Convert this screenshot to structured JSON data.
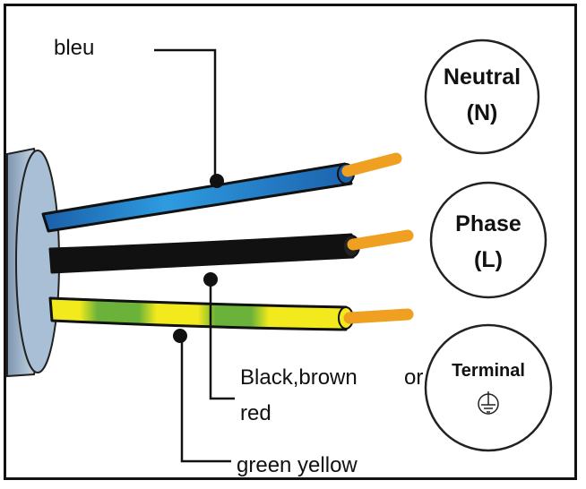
{
  "wire_labels": {
    "blue": "bleu",
    "phase_line1": "Black,brown",
    "phase_or": "or",
    "phase_line2": "red",
    "earth": "green yellow"
  },
  "terminals": {
    "neutral": {
      "title": "Neutral",
      "symbol": "(N)"
    },
    "phase": {
      "title": "Phase",
      "symbol": "(L)"
    },
    "earth": {
      "title": "Terminal",
      "icon": "earth-ground-icon"
    }
  },
  "colors": {
    "blue_wire": "#1e6fb8",
    "black_wire": "#111111",
    "earth_green": "#6bb23a",
    "earth_yellow": "#f2ea1c",
    "copper": "#f0a020",
    "sheath": "#9fb7cf"
  }
}
